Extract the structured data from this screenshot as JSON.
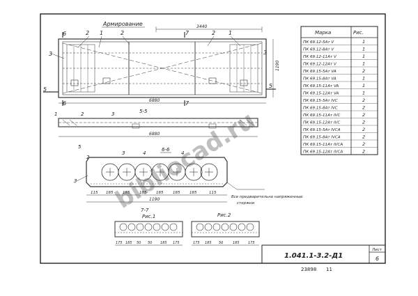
{
  "sheet": {
    "heading": "Армирование",
    "designation": "1.041.1-3.2-Д1",
    "sheet_label": "Лист",
    "sheet_number": "6",
    "inventory_number": "23898",
    "inventory_suffix": "11",
    "watermark": "bibliocad.ru"
  },
  "views": {
    "section_6_6": "6-6",
    "section_7_7": "7-7",
    "variant_1": "Рис.1",
    "variant_2": "Рис.2",
    "section_mark_5": "5",
    "section_mark_6": "6",
    "section_mark_7": "7",
    "support_note": "Все предварительно напряженные",
    "support_note_2": "стержни"
  },
  "callouts": [
    "1",
    "2",
    "3",
    "2",
    "3",
    "1",
    "2",
    "3",
    "4",
    "4"
  ],
  "dimensions": {
    "plan_length": "6880",
    "plan_half": "3440",
    "plan_width": "1190",
    "sec_length": "6880",
    "sec_6_6_width": "1190",
    "sec_6_6_spans": [
      "115",
      "185",
      "185",
      "185",
      "185",
      "185",
      "185",
      "115"
    ],
    "sec_7_7_spans": [
      "175",
      "185",
      "50",
      "50",
      "185",
      "175"
    ],
    "var_2_spans": [
      "175",
      "185",
      "50",
      "185",
      "175"
    ]
  },
  "marks_table": {
    "col_mark": "Марка",
    "col_fig": "Рис.",
    "rows": [
      [
        "ПК 69.12-5Ат V",
        "1"
      ],
      [
        "ПК 69.12-8Ат V",
        "1"
      ],
      [
        "ПК 69.12-11Ат V",
        "1"
      ],
      [
        "ПК 69.12-12Ат V",
        "1"
      ],
      [
        "ПК 69.15-5Ат VA",
        "2"
      ],
      [
        "ПК 69.15-8Ат VA",
        "1"
      ],
      [
        "ПК 69.15-11Ат VA",
        "1"
      ],
      [
        "ПК 69.15-12Ат VA",
        "1"
      ],
      [
        "ПК 69.15-5Ат IVС",
        "2"
      ],
      [
        "ПК 69.15-8Ат IVС",
        "2"
      ],
      [
        "ПК 69.15-11Ат IVС",
        "2"
      ],
      [
        "ПК 69.15-12Ат IVС",
        "2"
      ],
      [
        "ПК 69.15-5Ат IVСА",
        "2"
      ],
      [
        "ПК 69.15-8Ат IVСА",
        "2"
      ],
      [
        "ПК 69.15-11Ат IVСА",
        "2"
      ],
      [
        "ПК 69.15-12Ат IVСА",
        "2"
      ]
    ]
  }
}
